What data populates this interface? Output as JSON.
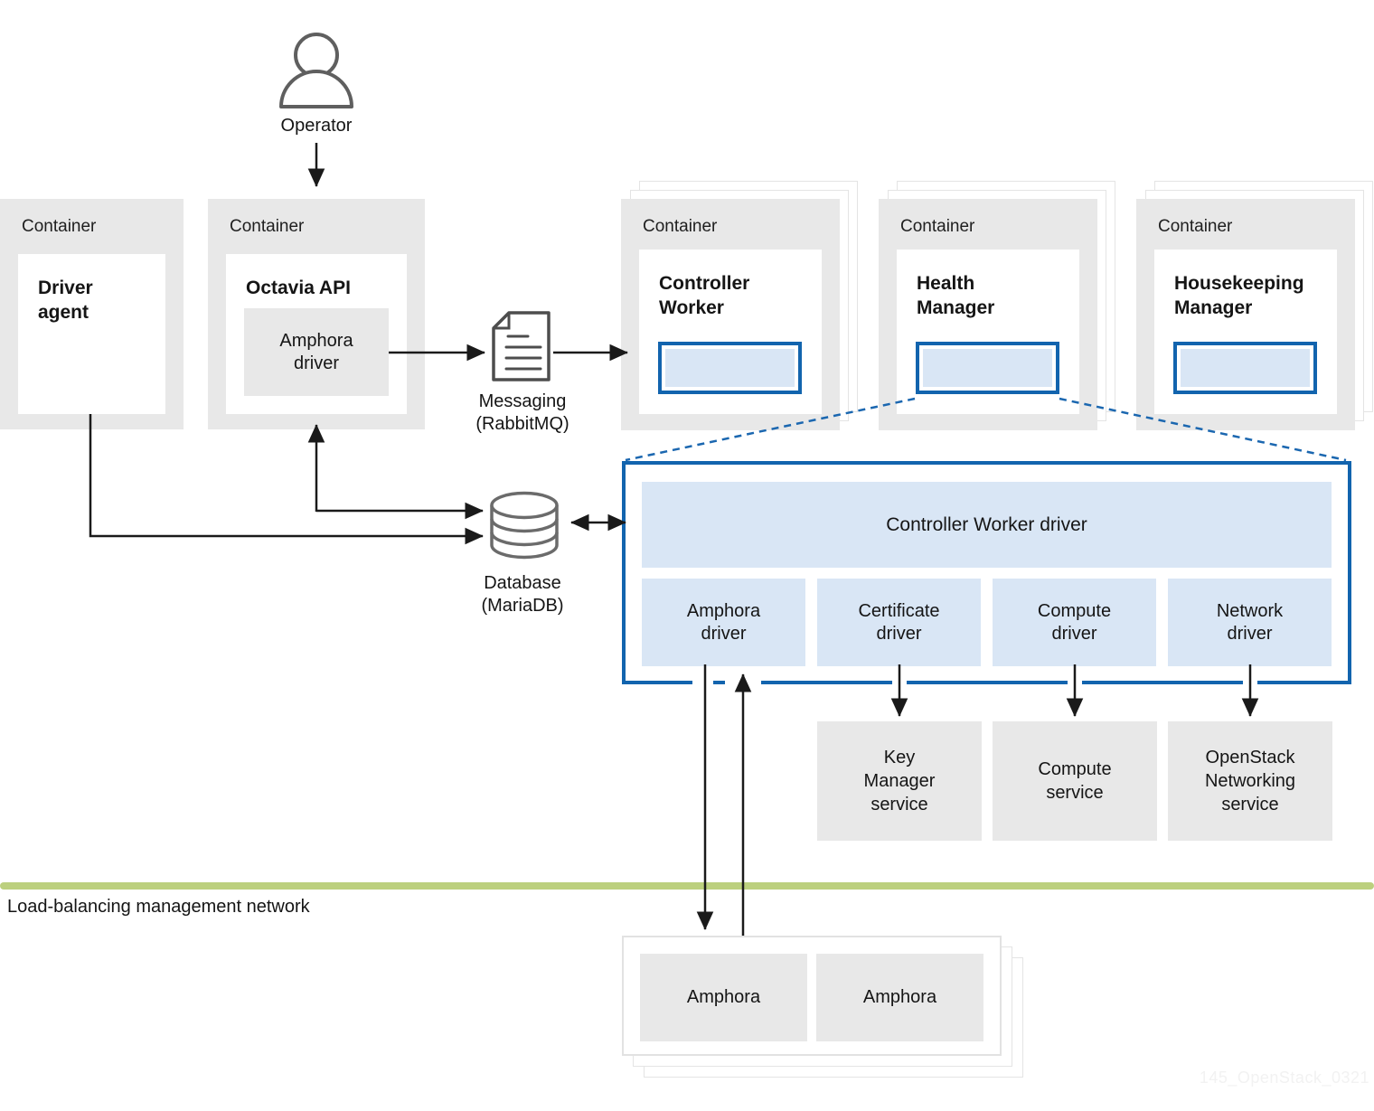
{
  "labels": {
    "container": "Container",
    "operator": "Operator",
    "messaging": "Messaging\n(RabbitMQ)",
    "database": "Database\n(MariaDB)",
    "network": "Load-balancing management network",
    "watermark": "145_OpenStack_0321"
  },
  "containers": {
    "driver_agent": {
      "title": "Driver\nagent"
    },
    "octavia_api": {
      "title": "Octavia API",
      "inner_driver": "Amphora\ndriver"
    },
    "controller_worker": {
      "title": "Controller\nWorker"
    },
    "health_manager": {
      "title": "Health\nManager"
    },
    "housekeeping_manager": {
      "title": "Housekeeping\nManager"
    }
  },
  "driver_panel": {
    "title": "Controller Worker driver",
    "drivers": [
      "Amphora\ndriver",
      "Certificate\ndriver",
      "Compute\ndriver",
      "Network\ndriver"
    ]
  },
  "services": [
    "Key\nManager\nservice",
    "Compute\nservice",
    "OpenStack\nNetworking\nservice"
  ],
  "amphorae": [
    "Amphora",
    "Amphora"
  ],
  "colors": {
    "accent_blue": "#1264ae",
    "light_blue": "#d9e6f5",
    "box_gray": "#e8e8e8",
    "network_green": "#bcd07e"
  }
}
